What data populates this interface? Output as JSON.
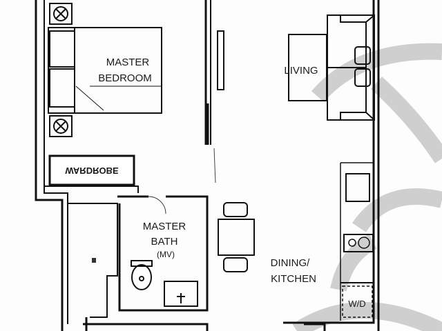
{
  "rooms": {
    "master_bedroom": [
      "MASTER",
      "BEDROOM"
    ],
    "living": "LIVING",
    "master_bath": [
      "MASTER",
      "BATH",
      "(MV)"
    ],
    "dining_kitchen": [
      "DINING/",
      "KITCHEN"
    ],
    "wd": "W/D",
    "wardrobe": "WARDROBE"
  },
  "colors": {
    "wall": "#111111",
    "watermark": "#c8c8c8"
  }
}
